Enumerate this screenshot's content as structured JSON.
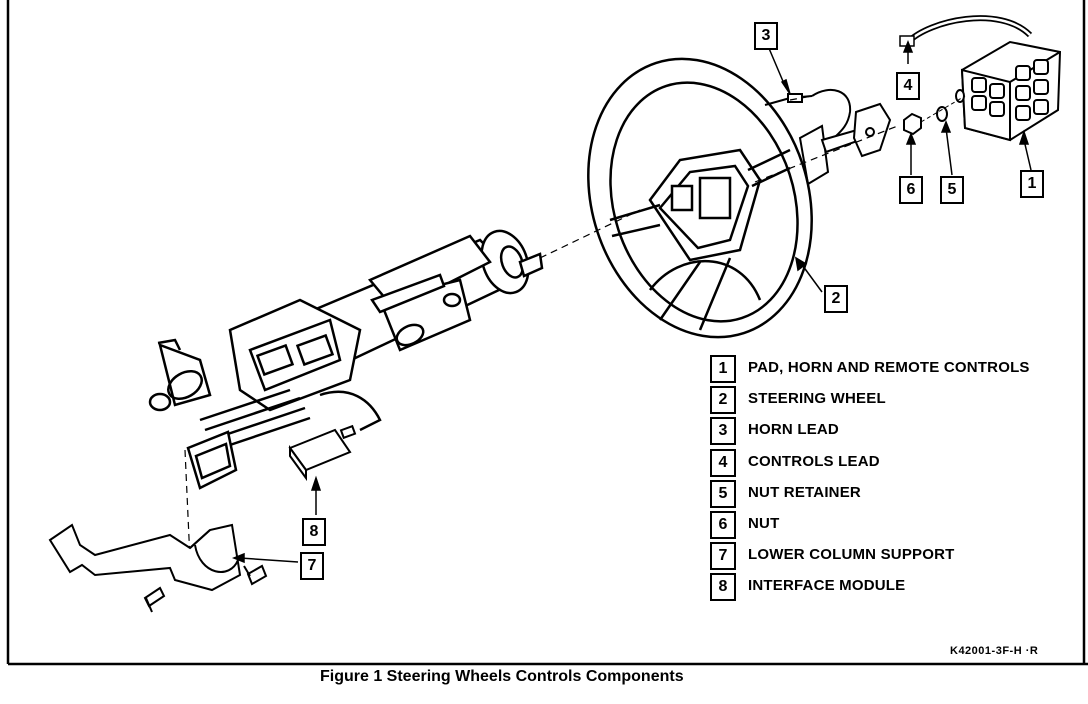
{
  "callouts": [
    "1",
    "2",
    "3",
    "4",
    "5",
    "6",
    "7",
    "8"
  ],
  "legend": [
    {
      "num": "1",
      "label": "PAD, HORN AND REMOTE CONTROLS"
    },
    {
      "num": "2",
      "label": "STEERING WHEEL"
    },
    {
      "num": "3",
      "label": "HORN LEAD"
    },
    {
      "num": "4",
      "label": "CONTROLS LEAD"
    },
    {
      "num": "5",
      "label": "NUT RETAINER"
    },
    {
      "num": "6",
      "label": "NUT"
    },
    {
      "num": "7",
      "label": "LOWER COLUMN SUPPORT"
    },
    {
      "num": "8",
      "label": "INTERFACE MODULE"
    }
  ],
  "reference_code": "K42001-3F-H ·R",
  "caption": "Figure 1 Steering Wheels Controls Components"
}
